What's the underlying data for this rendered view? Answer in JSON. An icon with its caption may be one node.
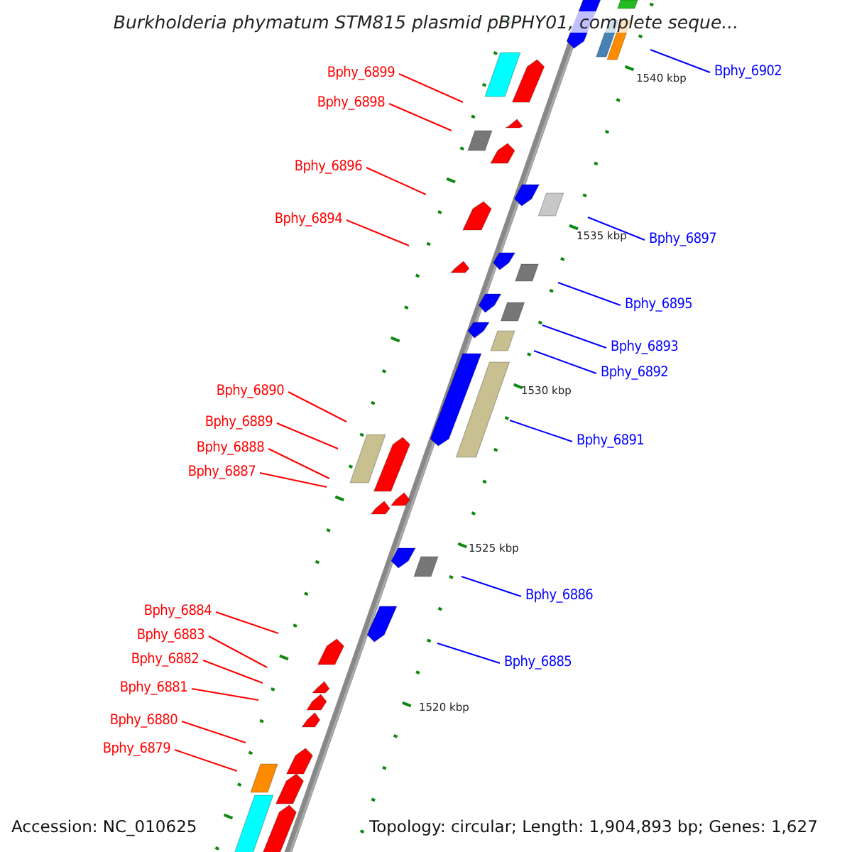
{
  "diagram": {
    "title": "Burkholderia phymatum STM815 plasmid pBPHY01, complete seque...",
    "nodes": [
      {
        "text": [
          "Bphy_6902"
        ]
      },
      {
        "text": [
          "Bphy_6899"
        ]
      },
      {
        "text": [
          "Bphy_6898"
        ]
      },
      {
        "text": [
          "Bphy_6896"
        ]
      },
      {
        "text": [
          "Bphy_6894"
        ]
      },
      {
        "text": [
          "Bphy_6897"
        ]
      },
      {
        "text": [
          "Bphy_6895"
        ]
      },
      {
        "text": [
          "Bphy_6893"
        ]
      },
      {
        "text": [
          "Bphy_6892"
        ]
      },
      {
        "text": [
          "Bphy_6890"
        ]
      },
      {
        "text": [
          "Bphy_6889"
        ]
      },
      {
        "text": [
          "Bphy_6891"
        ]
      },
      {
        "text": [
          "Bphy_6888"
        ]
      },
      {
        "text": [
          "Bphy_6887"
        ]
      },
      {
        "text": [
          "Bphy_6886"
        ]
      },
      {
        "text": [
          "Bphy_6884"
        ]
      },
      {
        "text": [
          "Bphy_6883"
        ]
      },
      {
        "text": [
          "Bphy_6882"
        ]
      },
      {
        "text": [
          "Bphy_6885"
        ]
      },
      {
        "text": [
          "Bphy_6881"
        ]
      },
      {
        "text": [
          "Bphy_6880"
        ]
      },
      {
        "text": [
          "Bphy_6879"
        ]
      }
    ],
    "edges": [
      {
        "from": 0,
        "to": null,
        "arrow": "none",
        "color": "#0000ff"
      },
      {
        "from": 1,
        "to": null,
        "arrow": "none"
      },
      {
        "from": 2,
        "to": null,
        "arrow": "none"
      },
      {
        "from": 3,
        "to": null,
        "arrow": "none"
      },
      {
        "from": 4,
        "to": null,
        "arrow": "none"
      },
      {
        "from": 5,
        "to": null,
        "arrow": "none",
        "color": "#0000ff"
      },
      {
        "from": 6,
        "to": null,
        "arrow": "none",
        "color": "#0000ff"
      },
      {
        "from": 7,
        "to": null,
        "arrow": "none",
        "color": "#0000ff"
      },
      {
        "from": 8,
        "to": null,
        "arrow": "none",
        "color": "#0000ff"
      },
      {
        "from": 9,
        "to": null,
        "arrow": "none"
      },
      {
        "from": 10,
        "to": null,
        "arrow": "none"
      },
      {
        "from": 11,
        "to": null,
        "arrow": "none",
        "color": "#0000ff"
      },
      {
        "from": 12,
        "to": null,
        "arrow": "none"
      },
      {
        "from": 13,
        "to": null,
        "arrow": "none"
      },
      {
        "from": 14,
        "to": null,
        "arrow": "none",
        "color": "#0000ff"
      },
      {
        "from": 15,
        "to": null,
        "arrow": "none"
      },
      {
        "from": 16,
        "to": null,
        "arrow": "none"
      },
      {
        "from": 17,
        "to": null,
        "arrow": "none"
      },
      {
        "from": 18,
        "to": null,
        "arrow": "none",
        "color": "#0000ff"
      },
      {
        "from": 19,
        "to": null,
        "arrow": "none"
      },
      {
        "from": 20,
        "to": null,
        "arrow": "none"
      },
      {
        "from": 21,
        "to": null,
        "arrow": "none"
      }
    ],
    "labels": [
      "1540 kbp",
      "1535 kbp",
      "1530 kbp",
      "1525 kbp",
      "1520 kbp",
      "Accession: NC_010625",
      "Topology: circular; Length: 1,904,893 bp; Genes: 1,627"
    ]
  }
}
